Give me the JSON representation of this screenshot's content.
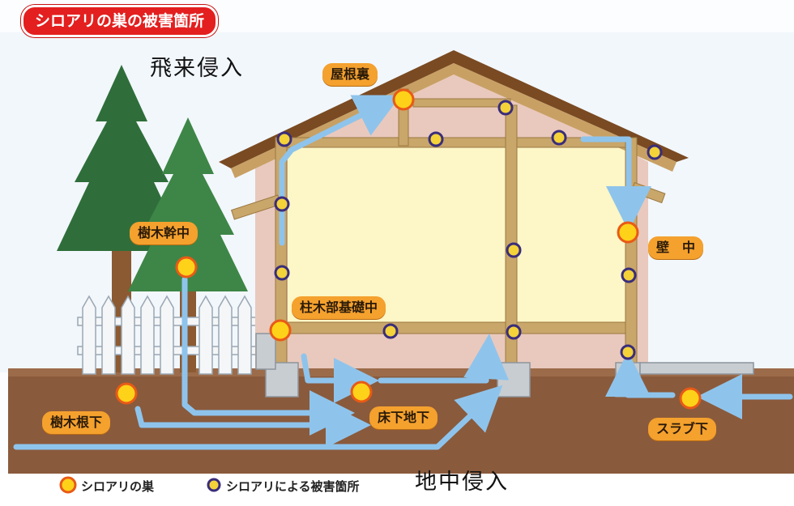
{
  "title": "シロアリの巣の被害箇所",
  "labels": {
    "flying_invasion": "飛来侵入",
    "underground_invasion": "地中侵入",
    "attic": "屋根裏",
    "tree_trunk": "樹木幹中",
    "inside_wall": "壁　中",
    "post_foundation": "柱木部基礎中",
    "tree_root": "樹木根下",
    "under_floor": "床下地下",
    "under_slab": "スラブ下"
  },
  "legend": {
    "nest": "シロアリの巣",
    "damage": "シロアリによる被害箇所"
  },
  "colors": {
    "nest_fill": "#ffd21a",
    "nest_ring": "#e85a16",
    "damage_ring": "#3a2d7a",
    "arrow": "#8ec4ec",
    "tag": "#f4a12e",
    "ground": "#8a5a3c",
    "title_bg": "#e31f1f"
  }
}
